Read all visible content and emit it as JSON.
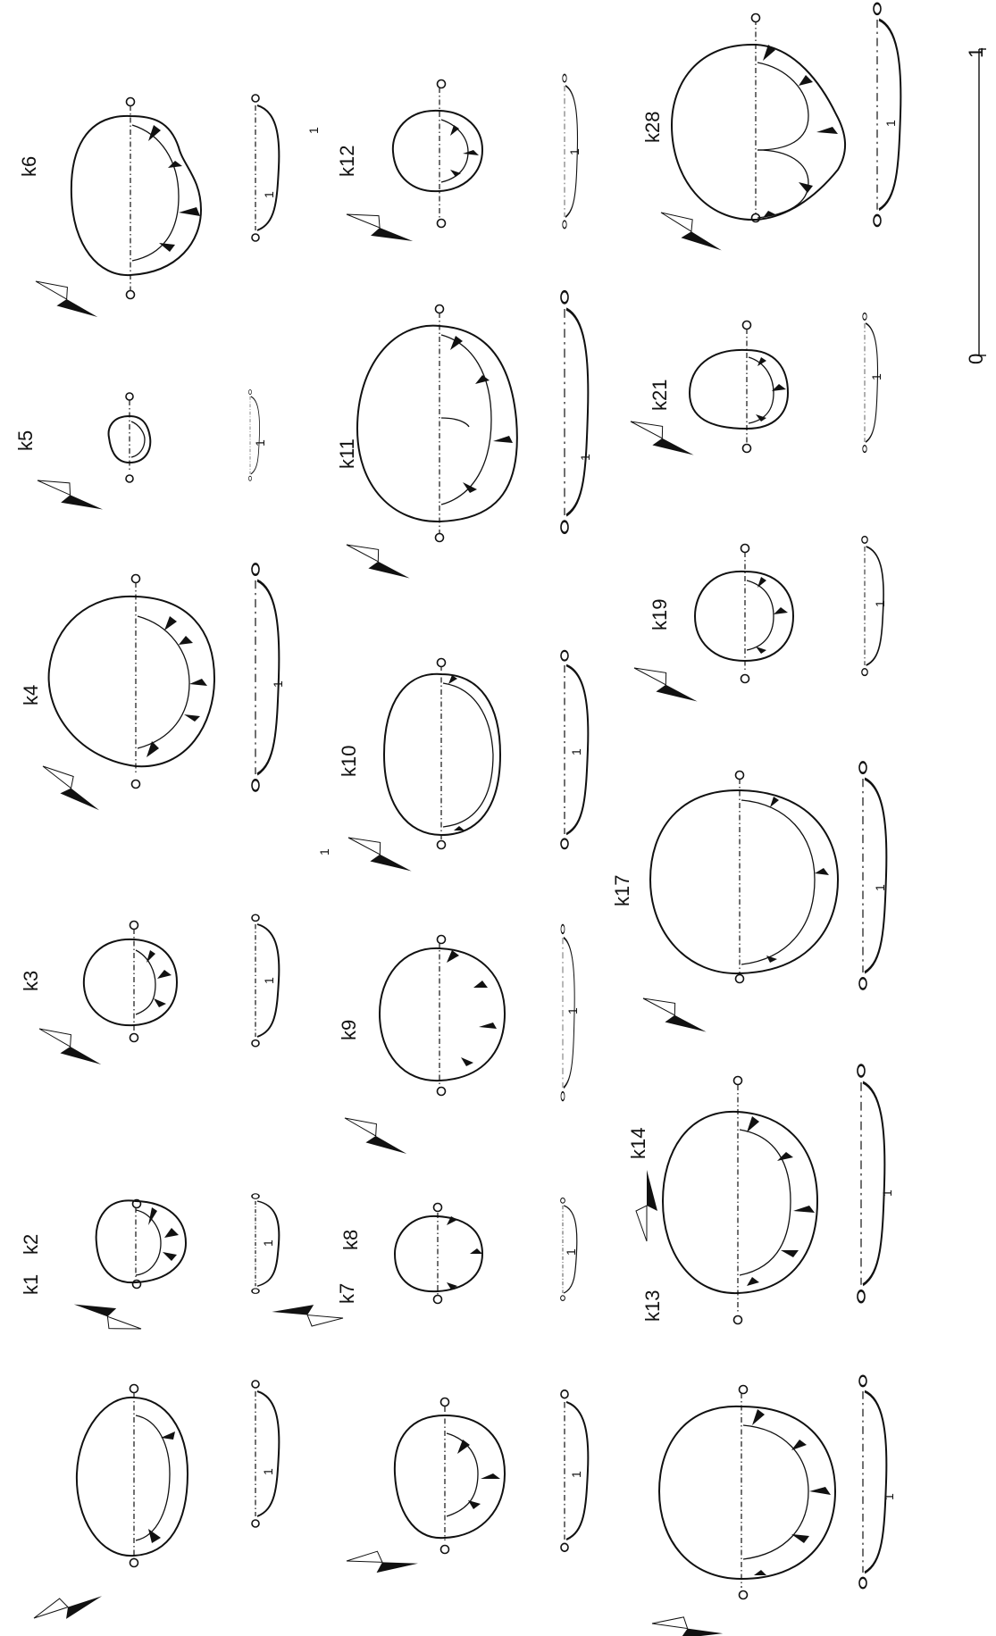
{
  "features": [
    {
      "id": "k1",
      "label": "k1",
      "profile_label": "1"
    },
    {
      "id": "k2",
      "label": "k2",
      "profile_label": "1"
    },
    {
      "id": "k3",
      "label": "k3",
      "profile_label": "1"
    },
    {
      "id": "k4",
      "label": "k4",
      "profile_label": "1"
    },
    {
      "id": "k5",
      "label": "k5",
      "profile_label": "1"
    },
    {
      "id": "k6",
      "label": "k6",
      "profile_label": "1"
    },
    {
      "id": "k7",
      "label": "k7",
      "profile_label": "1"
    },
    {
      "id": "k8",
      "label": "k8",
      "profile_label": "1"
    },
    {
      "id": "k9",
      "label": "k9",
      "profile_label": "1"
    },
    {
      "id": "k10",
      "label": "k10",
      "profile_label": "1"
    },
    {
      "id": "k11",
      "label": "k11",
      "profile_label": "1"
    },
    {
      "id": "k12",
      "label": "k12",
      "profile_label": "1"
    },
    {
      "id": "k13",
      "label": "k13",
      "profile_label": "1"
    },
    {
      "id": "k14",
      "label": "k14",
      "profile_label": "1"
    },
    {
      "id": "k17",
      "label": "k17",
      "profile_label": "1"
    },
    {
      "id": "k19",
      "label": "k19",
      "profile_label": "1"
    },
    {
      "id": "k21",
      "label": "k21",
      "profile_label": "1"
    },
    {
      "id": "k28",
      "label": "k28",
      "profile_label": "1"
    }
  ],
  "loose_labels": {
    "a": "1",
    "b": "1"
  },
  "scale_bar": {
    "start": "0",
    "end": "1"
  }
}
